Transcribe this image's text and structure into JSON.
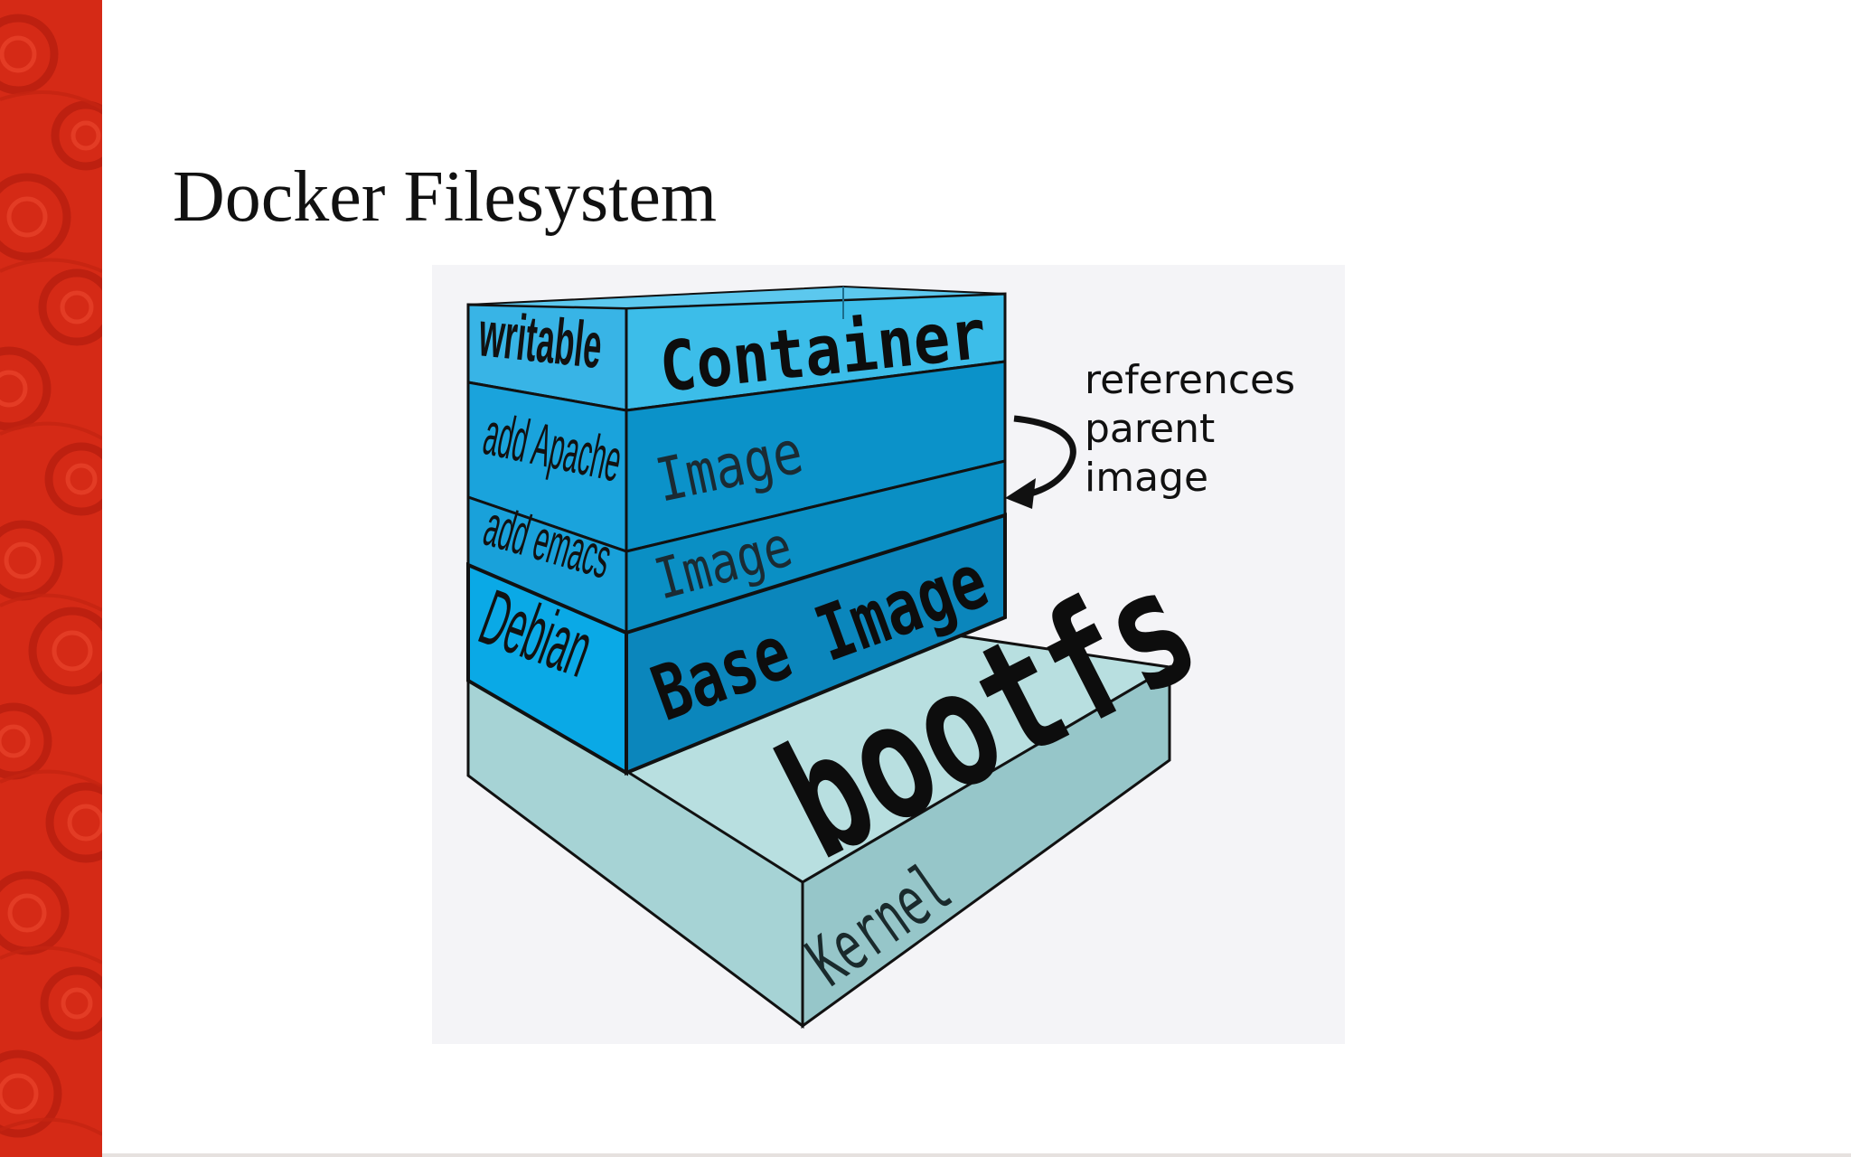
{
  "slide": {
    "title": "Docker Filesystem"
  },
  "diagram": {
    "layers": [
      {
        "side_label": "writable",
        "face_label": "Container"
      },
      {
        "side_label": "add Apache",
        "face_label": "Image"
      },
      {
        "side_label": "add emacs",
        "face_label": "Image"
      },
      {
        "side_label": "Debian",
        "face_label": "Base Image"
      }
    ],
    "bootfs_label": "bootfs",
    "kernel_label": "Kernel",
    "annotation": {
      "line1": "references",
      "line2": "parent",
      "line3": "image"
    }
  },
  "colors": {
    "brand_red": "#d52a16",
    "container_blue": "#3ab7e8",
    "image_blue": "#0a8fc3",
    "base_blue": "#0b7fb4",
    "kernel_teal": "#a9d6d8"
  }
}
